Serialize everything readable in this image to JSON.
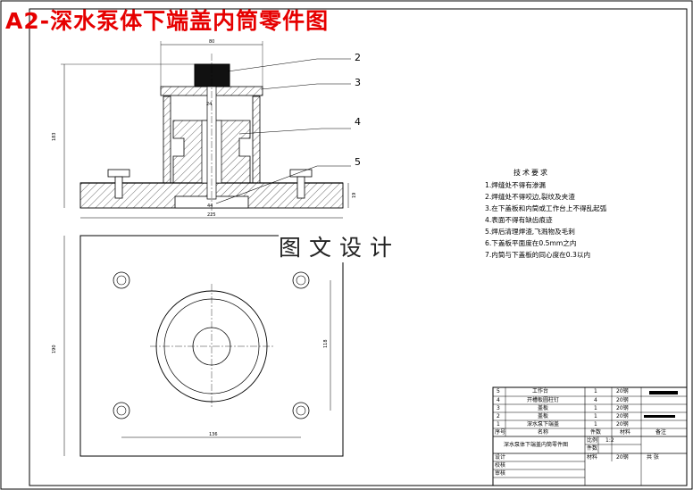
{
  "title": "A2-深水泵体下端盖内筒零件图",
  "watermark": "图文设计",
  "callouts": [
    "2",
    "3",
    "4",
    "5"
  ],
  "dimensions": {
    "top_width": "80",
    "overall_height": "183",
    "base_width": "225",
    "base_thickness": "19",
    "inner_width": "24",
    "base_dim": "44",
    "plan_height": "190",
    "hole_spacing_v": "118",
    "hole_spacing_h": "136"
  },
  "tech_requirements": {
    "title": "技术要求",
    "items": [
      "1.焊缝处不得有渗漏",
      "2.焊缝处不得咬边,裂纹及夹渣",
      "3.在下盖板和内筒或工作台上不得乱起弧",
      "4.表面不得有缺齿痕迹",
      "5.焊后清理焊渣,飞溅物及毛刺",
      "6.下盖板平面度在0.5mm之内",
      "7.内筒与下盖板的同心度在0.3以内"
    ]
  },
  "parts_list": [
    {
      "no": "5",
      "name": "工作台",
      "qty": "1",
      "material": "20钢"
    },
    {
      "no": "4",
      "name": "开槽板圆柱钉",
      "qty": "4",
      "material": "20钢"
    },
    {
      "no": "3",
      "name": "盖板",
      "qty": "1",
      "material": "20钢"
    },
    {
      "no": "2",
      "name": "盖板",
      "qty": "1",
      "material": "20钢"
    },
    {
      "no": "1",
      "name": "深水泵下端盖",
      "qty": "1",
      "material": "20钢"
    }
  ],
  "table_headers": {
    "no": "序号",
    "name": "名称",
    "qty": "件数",
    "material": "材料",
    "remark": "备注"
  },
  "title_block": {
    "drawing_name": "深水泵体下端盖内筒零件图",
    "scale_label": "比例",
    "scale": "1:2",
    "count_label": "件数",
    "material_label": "材料",
    "material": "20钢",
    "sheet_label": "共 张",
    "designer_label": "设计",
    "check_label": "校核",
    "audit_label": "审核"
  }
}
